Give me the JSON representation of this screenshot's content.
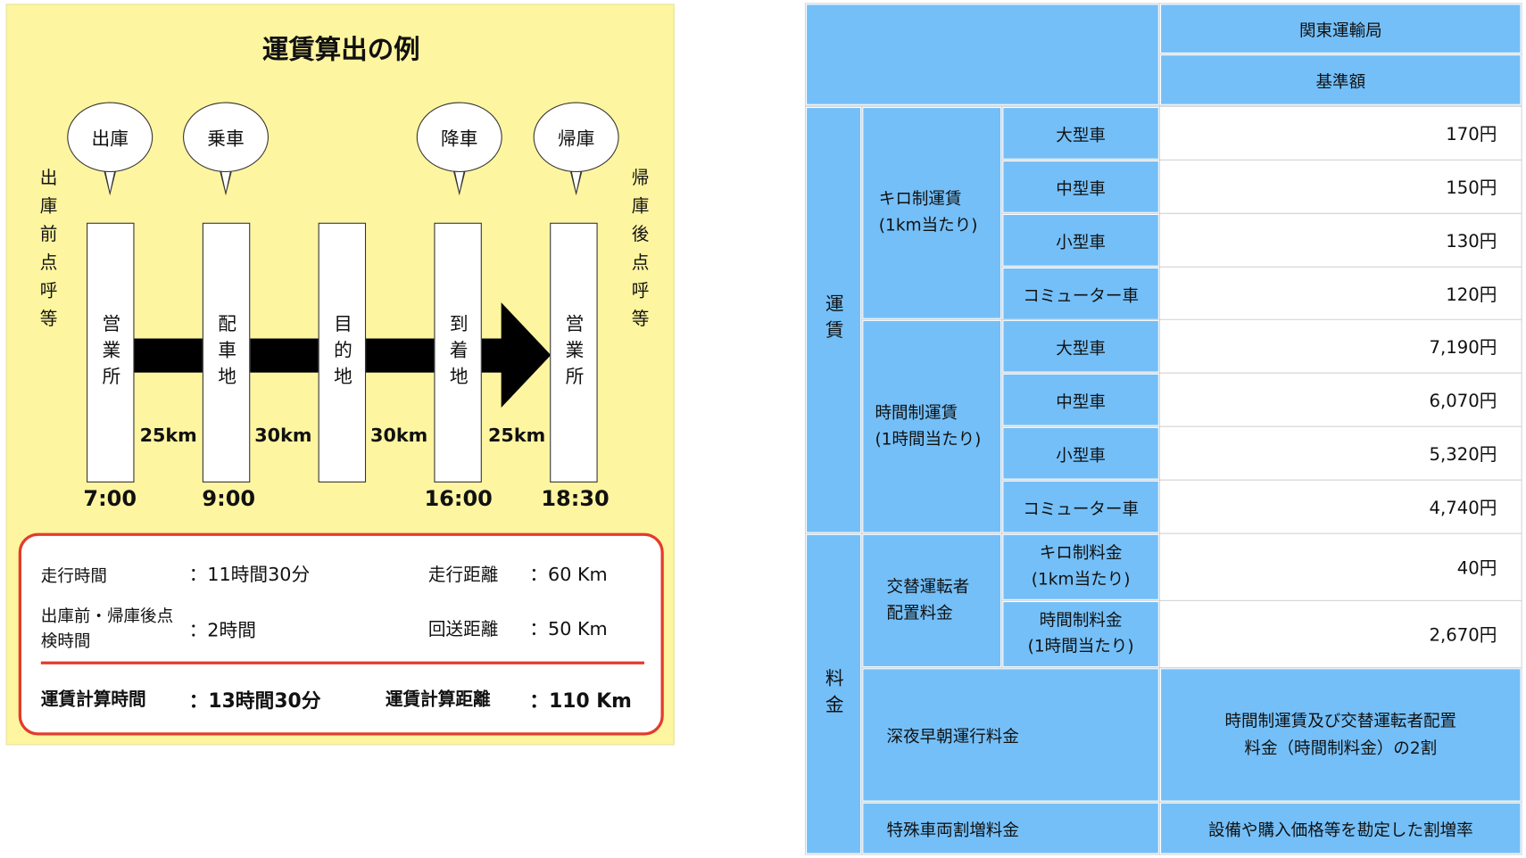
{
  "diagram": {
    "title": "運賃算出の例",
    "bubbles": [
      "出庫",
      "乗車",
      "降車",
      "帰庫"
    ],
    "posts": [
      "営業所",
      "配車地",
      "目的地",
      "到着地",
      "営業所"
    ],
    "side_left": "出庫前点呼等",
    "side_right": "帰庫後点呼等",
    "distances": [
      "25km",
      "30km",
      "30km",
      "25km"
    ],
    "times": [
      "7:00",
      "9:00",
      "16:00",
      "18:30"
    ],
    "summary": {
      "run_time_label": "走行時間",
      "run_time_value": "：11時間30分",
      "check_time_label": "出庫前・帰庫後点検時間",
      "check_time_value": "：2時間",
      "run_dist_label": "走行距離",
      "run_dist_value": "：60 Km",
      "return_dist_label": "回送距離",
      "return_dist_value": "：50 Km",
      "calc_time_label": "運賃計算時間",
      "calc_time_value": "：13時間30分",
      "calc_dist_label": "運賃計算距離",
      "calc_dist_value": "：110 Km"
    },
    "colors": {
      "background": "#fdf5a0",
      "frame": "#e23c2b"
    }
  },
  "table": {
    "header_region": "関東運輸局",
    "header_base": "基準額",
    "fare": "運賃",
    "charge": "料金",
    "km_fare": "キロ制運賃\n(1km当たり)",
    "hour_fare": "時間制運賃\n(1時間当たり)",
    "km_rows": [
      {
        "type": "大型車",
        "value": "170円"
      },
      {
        "type": "中型車",
        "value": "150円"
      },
      {
        "type": "小型車",
        "value": "130円"
      },
      {
        "type": "コミューター車",
        "value": "120円"
      }
    ],
    "hour_rows": [
      {
        "type": "大型車",
        "value": "7,190円"
      },
      {
        "type": "中型車",
        "value": "6,070円"
      },
      {
        "type": "小型車",
        "value": "5,320円"
      },
      {
        "type": "コミューター車",
        "value": "4,740円"
      }
    ],
    "relief_driver": "交替運転者\n配置料金",
    "relief_rows": [
      {
        "type": "キロ制料金\n(1km当たり)",
        "value": "40円"
      },
      {
        "type": "時間制料金\n(1時間当たり)",
        "value": "2,670円"
      }
    ],
    "night_label": "深夜早朝運行料金",
    "night_value": "時間制運賃及び交替運転者配置\n料金（時間制料金）の2割",
    "special_label": "特殊車両割増料金",
    "special_value": "設備や購入価格等を勘定した割増率",
    "colors": {
      "header": "#74bff8"
    }
  }
}
